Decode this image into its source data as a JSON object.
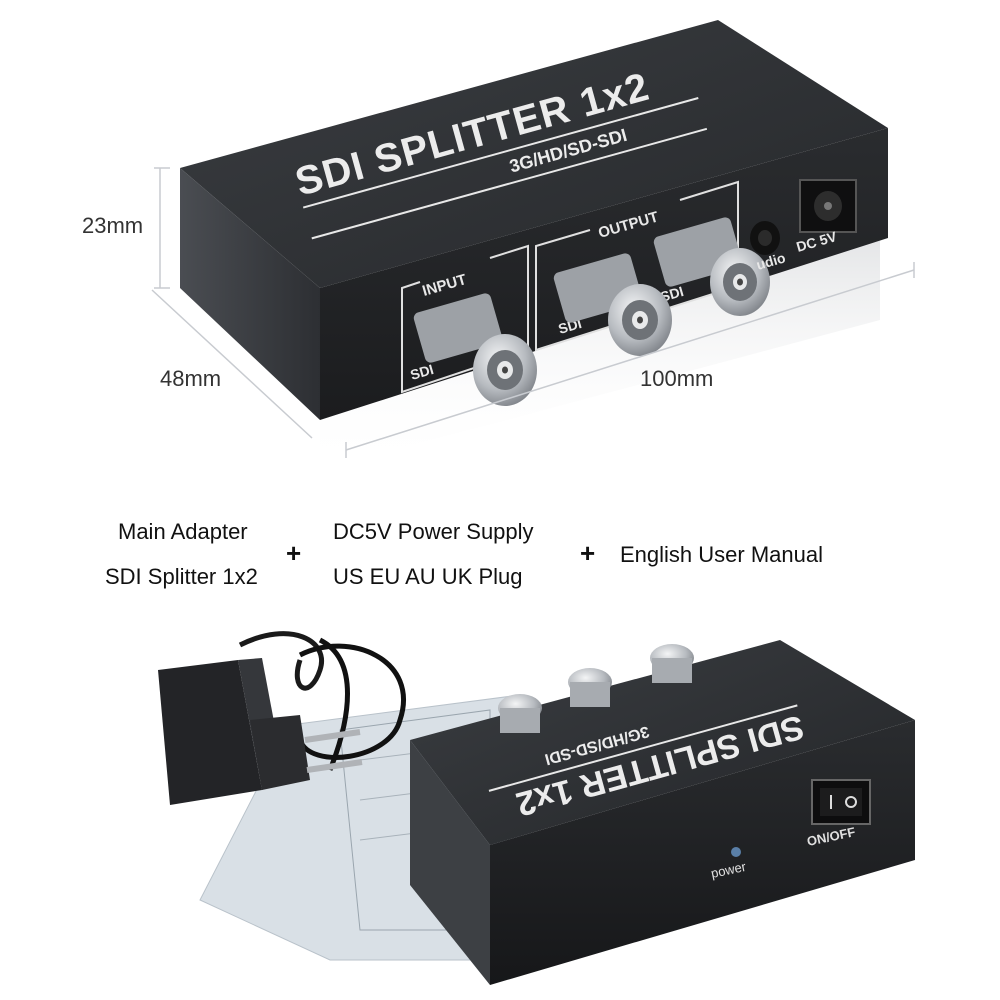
{
  "product_top": {
    "title": "SDI SPLITTER 1x2",
    "subtitle": "3G/HD/SD-SDI",
    "input_label": "INPUT",
    "input_sdi_label": "SDI",
    "output_label": "OUTPUT",
    "output_sdi1_label": "SDI",
    "output_sdi2_label": "SDI",
    "audio_label": "udio",
    "dc_label": "DC 5V"
  },
  "dimensions": {
    "height": "23mm",
    "depth": "48mm",
    "width": "100mm"
  },
  "package": {
    "item1_line1": "Main Adapter",
    "item1_line2": "SDI Splitter 1x2",
    "plus1": "+",
    "item2_line1": "DC5V Power Supply",
    "item2_line2": "US EU AU UK Plug",
    "plus2": "+",
    "item3": "English User Manual"
  },
  "product_bottom": {
    "title": "SDI SPLITTER 1x2",
    "subtitle": "3G/HD/SD-SDI",
    "power_label": "power",
    "switch_label": "ON/OFF"
  },
  "colors": {
    "box_dark": "#2b2d30",
    "box_face": "#1f2124",
    "print": "#e8e8e8",
    "metal": "#c9ccd0"
  }
}
